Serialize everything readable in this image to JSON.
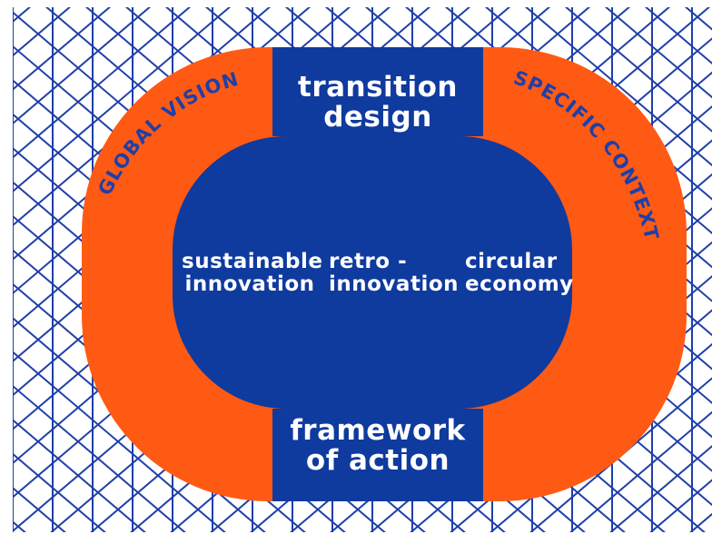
{
  "diagram": {
    "top_block": {
      "line1": "transition",
      "line2": "design"
    },
    "bottom_block": {
      "line1": "framework",
      "line2": "of action"
    },
    "center_items": [
      {
        "line1": "sustainable",
        "line2": "innovation"
      },
      {
        "line1": "retro -",
        "line2": "innovation"
      },
      {
        "line1": "circular",
        "line2": "economy"
      }
    ],
    "left_arc_label": "GLOBAL VISION",
    "right_arc_label": "SPECIFIC CONTEXT"
  },
  "colors": {
    "navy": "#0F3A9E",
    "orange": "#FF5A14",
    "grid_line": "#1F3FA8",
    "background": "#FFFFFF",
    "text_light": "#FFFFFF"
  }
}
